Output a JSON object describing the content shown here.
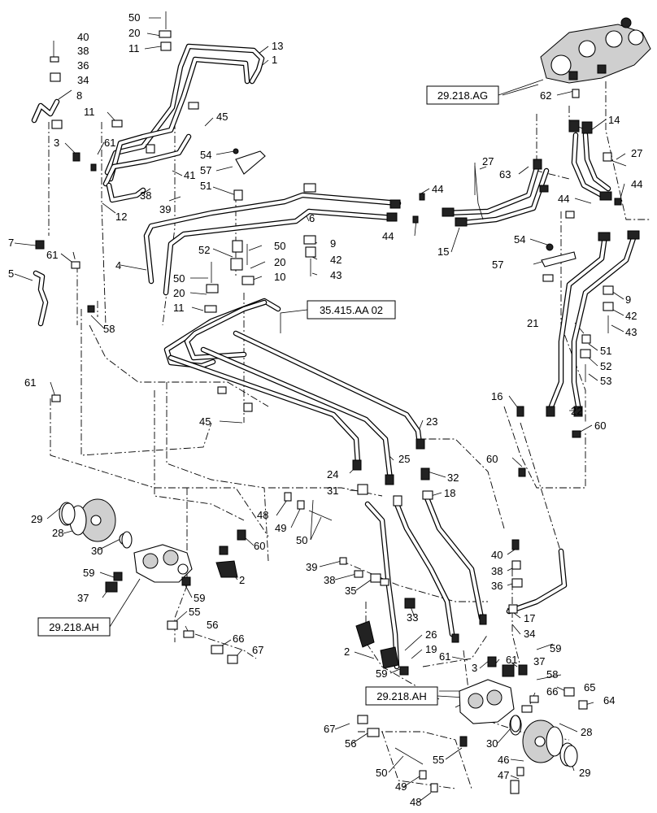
{
  "refs": {
    "r1": "29.218.AG",
    "r2": "35.415.AA 02",
    "r3": "29.218.AH",
    "r4": "29.218.AH"
  },
  "callouts": [
    {
      "id": "c50a",
      "text": "50"
    },
    {
      "id": "c20a",
      "text": "20"
    },
    {
      "id": "c11a",
      "text": "11"
    },
    {
      "id": "c13",
      "text": "13"
    },
    {
      "id": "c1",
      "text": "1"
    },
    {
      "id": "c40a",
      "text": "40"
    },
    {
      "id": "c38a",
      "text": "38"
    },
    {
      "id": "c36a",
      "text": "36"
    },
    {
      "id": "c34a",
      "text": "34"
    },
    {
      "id": "c8",
      "text": "8"
    },
    {
      "id": "c11b",
      "text": "11"
    },
    {
      "id": "c45a",
      "text": "45"
    },
    {
      "id": "c3a",
      "text": "3"
    },
    {
      "id": "c61a",
      "text": "61"
    },
    {
      "id": "c54a",
      "text": "54"
    },
    {
      "id": "c57a",
      "text": "57"
    },
    {
      "id": "c41",
      "text": "41"
    },
    {
      "id": "c51a",
      "text": "51"
    },
    {
      "id": "c38b",
      "text": "38"
    },
    {
      "id": "c39a",
      "text": "39"
    },
    {
      "id": "c12",
      "text": "12"
    },
    {
      "id": "c7",
      "text": "7"
    },
    {
      "id": "c61b",
      "text": "61"
    },
    {
      "id": "c5",
      "text": "5"
    },
    {
      "id": "c4",
      "text": "4"
    },
    {
      "id": "c52a",
      "text": "52"
    },
    {
      "id": "c50b",
      "text": "50"
    },
    {
      "id": "c50c",
      "text": "50"
    },
    {
      "id": "c20b",
      "text": "20"
    },
    {
      "id": "c20c",
      "text": "20"
    },
    {
      "id": "c10",
      "text": "10"
    },
    {
      "id": "c11c",
      "text": "11"
    },
    {
      "id": "c58a",
      "text": "58"
    },
    {
      "id": "c6",
      "text": "6"
    },
    {
      "id": "c9a",
      "text": "9"
    },
    {
      "id": "c42a",
      "text": "42"
    },
    {
      "id": "c43a",
      "text": "43"
    },
    {
      "id": "c44a",
      "text": "44"
    },
    {
      "id": "c44b",
      "text": "44"
    },
    {
      "id": "c15",
      "text": "15"
    },
    {
      "id": "c27a",
      "text": "27"
    },
    {
      "id": "c62",
      "text": "62"
    },
    {
      "id": "c14",
      "text": "14"
    },
    {
      "id": "c27b",
      "text": "27"
    },
    {
      "id": "c63",
      "text": "63"
    },
    {
      "id": "c44c",
      "text": "44"
    },
    {
      "id": "c44d",
      "text": "44"
    },
    {
      "id": "c54b",
      "text": "54"
    },
    {
      "id": "c57b",
      "text": "57"
    },
    {
      "id": "c9b",
      "text": "9"
    },
    {
      "id": "c42b",
      "text": "42"
    },
    {
      "id": "c43b",
      "text": "43"
    },
    {
      "id": "c21",
      "text": "21"
    },
    {
      "id": "c51b",
      "text": "51"
    },
    {
      "id": "c52b",
      "text": "52"
    },
    {
      "id": "c53",
      "text": "53"
    },
    {
      "id": "c61c",
      "text": "61"
    },
    {
      "id": "c45b",
      "text": "45"
    },
    {
      "id": "c16",
      "text": "16"
    },
    {
      "id": "c22",
      "text": "22"
    },
    {
      "id": "c60a",
      "text": "60"
    },
    {
      "id": "c23",
      "text": "23"
    },
    {
      "id": "c24",
      "text": "24"
    },
    {
      "id": "c25",
      "text": "25"
    },
    {
      "id": "c32",
      "text": "32"
    },
    {
      "id": "c60b",
      "text": "60"
    },
    {
      "id": "c31",
      "text": "31"
    },
    {
      "id": "c18",
      "text": "18"
    },
    {
      "id": "c29a",
      "text": "29"
    },
    {
      "id": "c28a",
      "text": "28"
    },
    {
      "id": "c48a",
      "text": "48"
    },
    {
      "id": "c49a",
      "text": "49"
    },
    {
      "id": "c50d",
      "text": "50"
    },
    {
      "id": "c60c",
      "text": "60"
    },
    {
      "id": "c30a",
      "text": "30"
    },
    {
      "id": "c59a",
      "text": "59"
    },
    {
      "id": "c2a",
      "text": "2"
    },
    {
      "id": "c37a",
      "text": "37"
    },
    {
      "id": "c59b",
      "text": "59"
    },
    {
      "id": "c39b",
      "text": "39"
    },
    {
      "id": "c38c",
      "text": "38"
    },
    {
      "id": "c35",
      "text": "35"
    },
    {
      "id": "c40b",
      "text": "40"
    },
    {
      "id": "c38d",
      "text": "38"
    },
    {
      "id": "c36b",
      "text": "36"
    },
    {
      "id": "c17",
      "text": "17"
    },
    {
      "id": "c55a",
      "text": "55"
    },
    {
      "id": "c56a",
      "text": "56"
    },
    {
      "id": "c33",
      "text": "33"
    },
    {
      "id": "c34b",
      "text": "34"
    },
    {
      "id": "c66a",
      "text": "66"
    },
    {
      "id": "c67a",
      "text": "67"
    },
    {
      "id": "c26",
      "text": "26"
    },
    {
      "id": "c19",
      "text": "19"
    },
    {
      "id": "c59c",
      "text": "59"
    },
    {
      "id": "c2b",
      "text": "2"
    },
    {
      "id": "c61d",
      "text": "61"
    },
    {
      "id": "c3b",
      "text": "3"
    },
    {
      "id": "c61e",
      "text": "61"
    },
    {
      "id": "c37b",
      "text": "37"
    },
    {
      "id": "c59d",
      "text": "59"
    },
    {
      "id": "c58b",
      "text": "58"
    },
    {
      "id": "c66b",
      "text": "66"
    },
    {
      "id": "c65",
      "text": "65"
    },
    {
      "id": "c64",
      "text": "64"
    },
    {
      "id": "c67b",
      "text": "67"
    },
    {
      "id": "c56b",
      "text": "56"
    },
    {
      "id": "c28b",
      "text": "28"
    },
    {
      "id": "c30b",
      "text": "30"
    },
    {
      "id": "c55b",
      "text": "55"
    },
    {
      "id": "c46",
      "text": "46"
    },
    {
      "id": "c50e",
      "text": "50"
    },
    {
      "id": "c47",
      "text": "47"
    },
    {
      "id": "c29b",
      "text": "29"
    },
    {
      "id": "c49b",
      "text": "49"
    },
    {
      "id": "c48b",
      "text": "48"
    }
  ]
}
